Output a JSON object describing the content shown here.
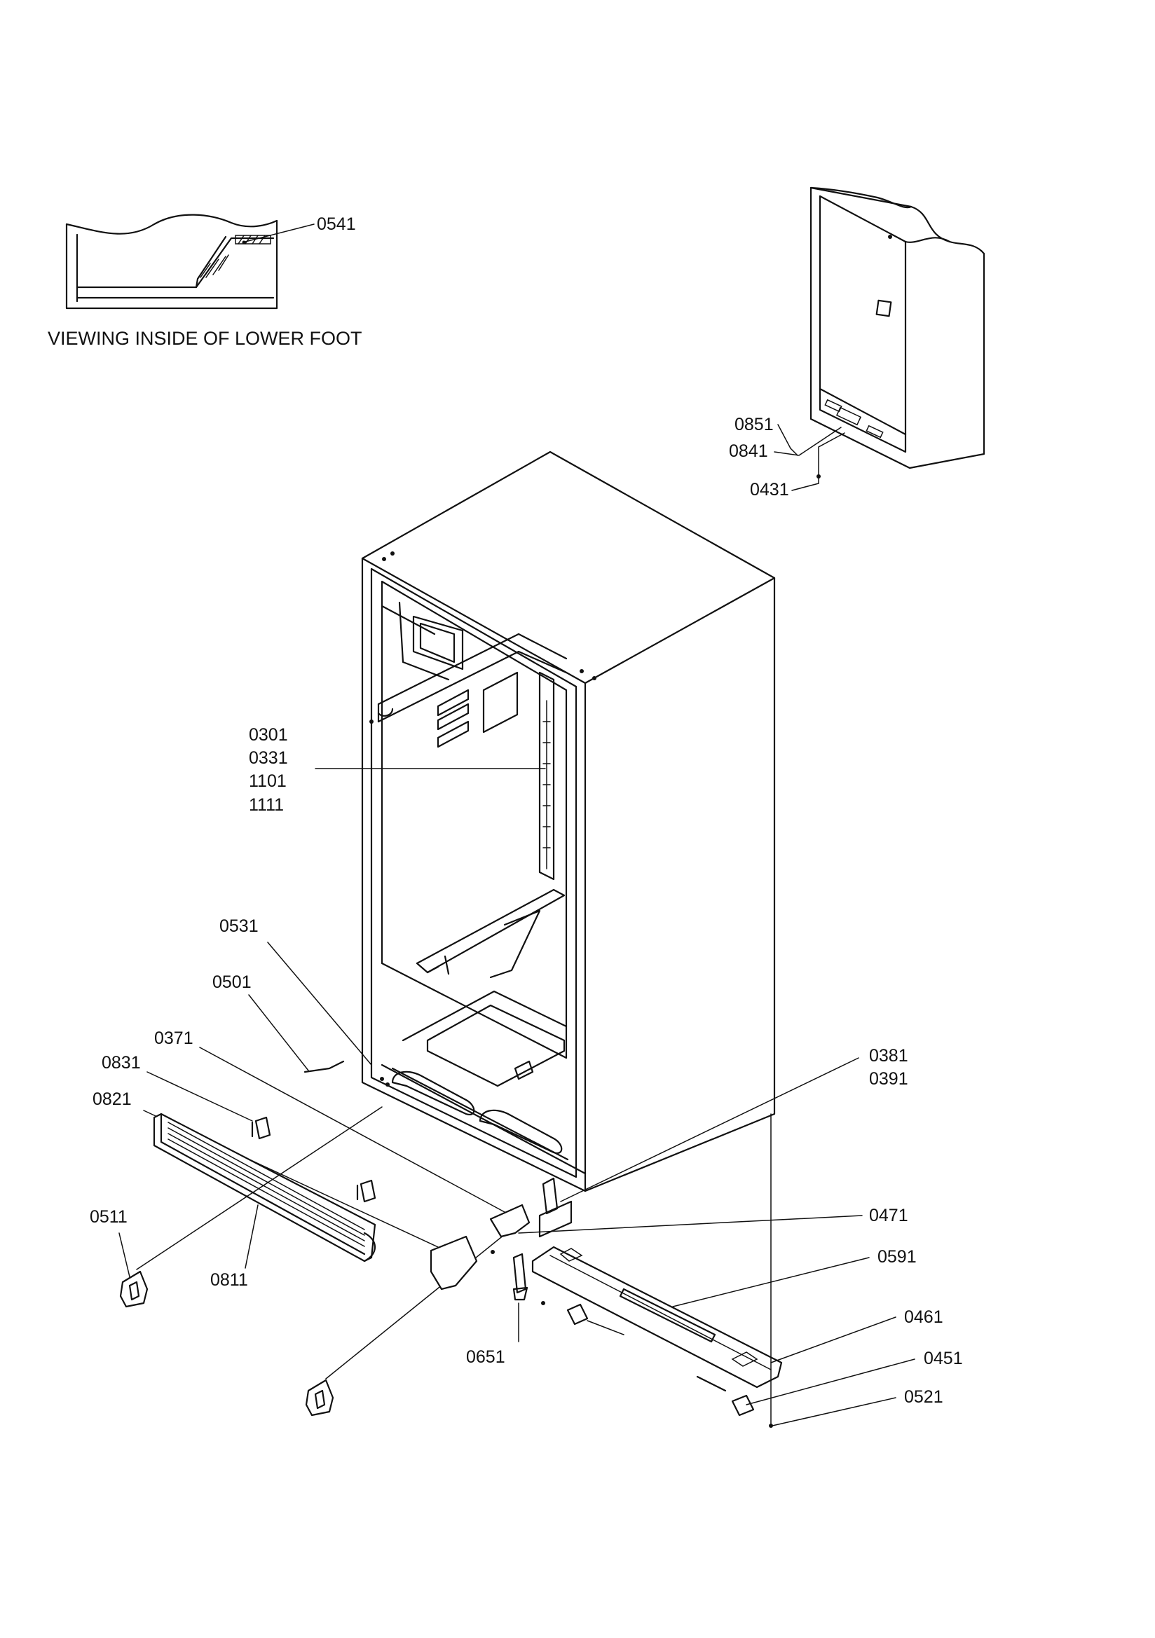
{
  "caption": "VIEWING INSIDE OF LOWER FOOT",
  "labels": {
    "l0541": "0541",
    "l0851": "0851",
    "l0841": "0841",
    "l0431": "0431",
    "l0301": "0301",
    "l0331": "0331",
    "l1101": "1101",
    "l1111": "1111",
    "l0531": "0531",
    "l0501": "0501",
    "l0371": "0371",
    "l0831": "0831",
    "l0821": "0821",
    "l0381": "0381",
    "l0391": "0391",
    "l0471": "0471",
    "l0511": "0511",
    "l0811": "0811",
    "l0591": "0591",
    "l0461": "0461",
    "l0651": "0651",
    "l0451": "0451",
    "l0521": "0521"
  }
}
